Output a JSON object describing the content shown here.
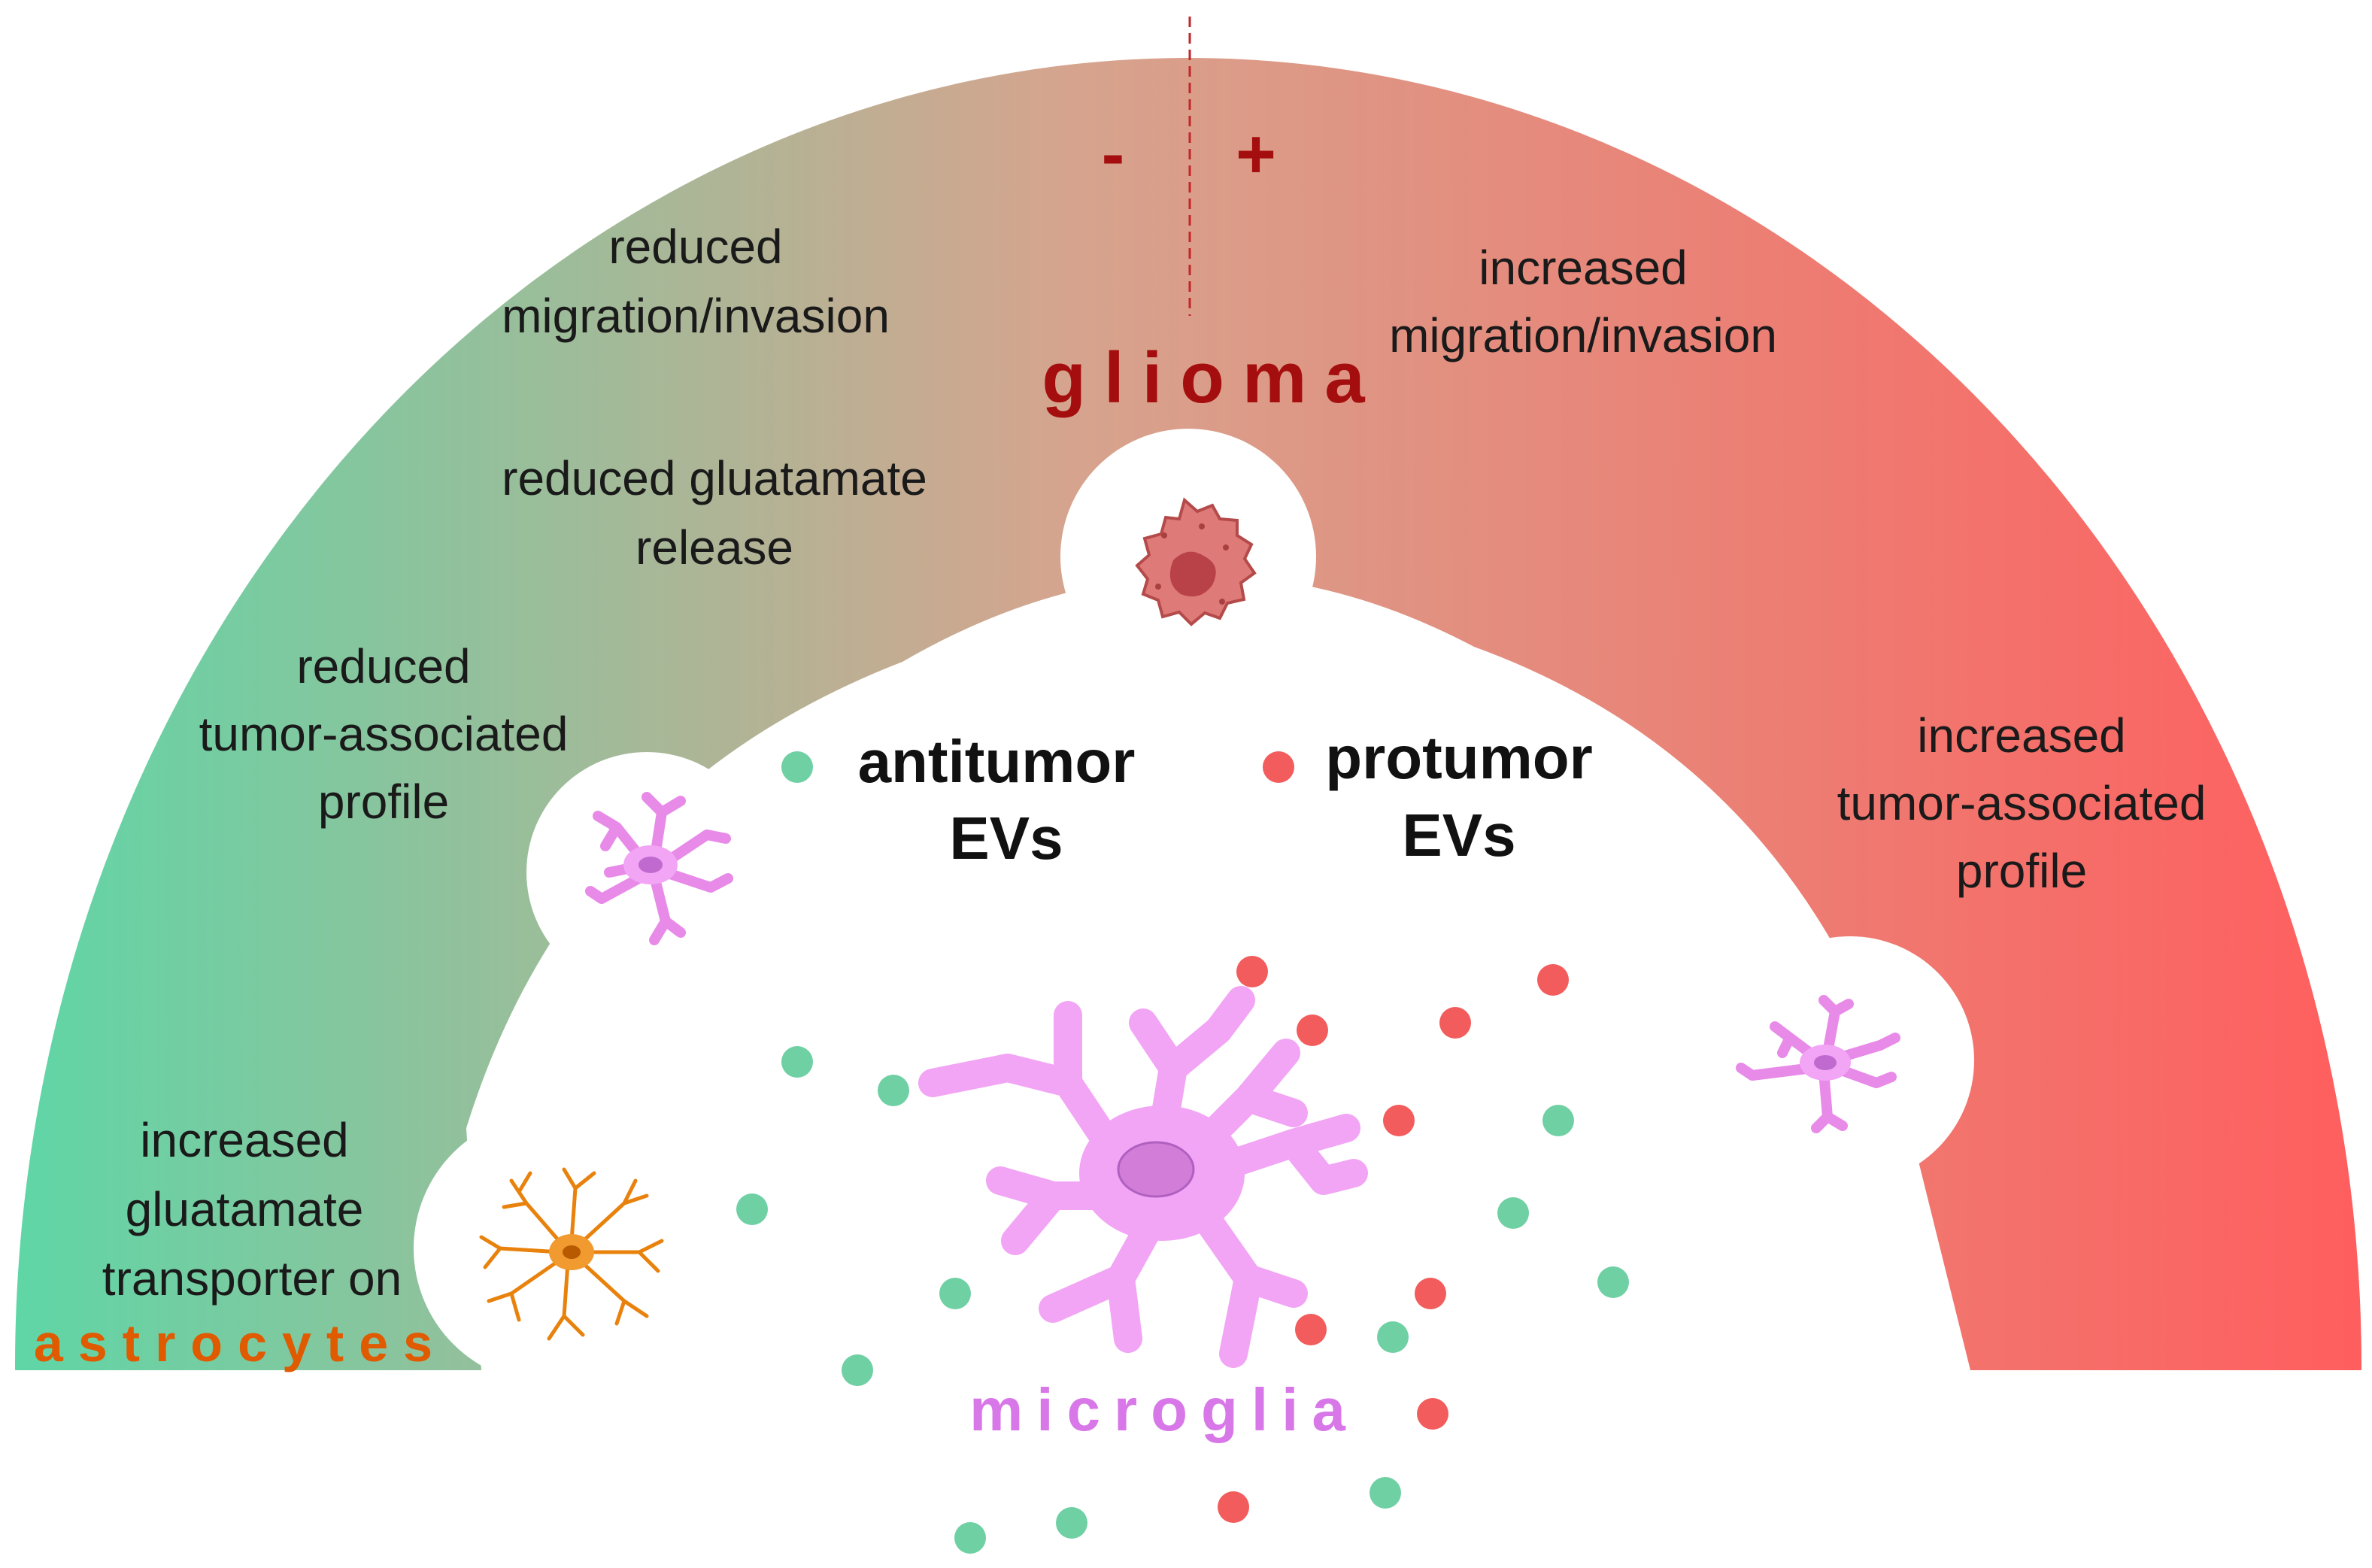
{
  "center": {
    "line1": "antitumor",
    "line2": "EVs",
    "line3": "protumor",
    "line4": "EVs"
  },
  "signs": {
    "minus": "-",
    "plus": "+"
  },
  "titles": {
    "glioma": "glioma",
    "microglia": "microglia",
    "astrocytes": "astrocytes"
  },
  "left_effects": {
    "migration": [
      "reduced",
      "migration/invasion"
    ],
    "glutamate": [
      "reduced gluatamate",
      "release"
    ],
    "profile": [
      "reduced",
      "tumor-associated",
      "profile"
    ],
    "transporter": [
      "increased",
      "gluatamate",
      "transporter on"
    ]
  },
  "right_effects": {
    "migration": [
      "increased",
      "migration/invasion"
    ],
    "profile": [
      "increased",
      "tumor-associated",
      "profile"
    ]
  },
  "colors": {
    "arc_left": "#5fd6a6",
    "arc_mid": "#d6a48e",
    "arc_right": "#ff5e5e",
    "antitumor_dot": "#6fd0a4",
    "protumor_dot": "#f25c5c",
    "glioma_text": "#a50e0e",
    "microglia_text": "#d877e8",
    "astrocytes_text": "#e05a00",
    "microglia_cell": "#f2a4f5",
    "astrocyte_cell": "#e8820c",
    "tumor_cell": "#d86a6a"
  },
  "icons": {
    "tumor": "glioma-tumor-cell-icon",
    "microglia_small": "microglia-cell-icon",
    "microglia_large": "microglia-cell-icon",
    "astrocyte": "astrocyte-cell-icon"
  }
}
